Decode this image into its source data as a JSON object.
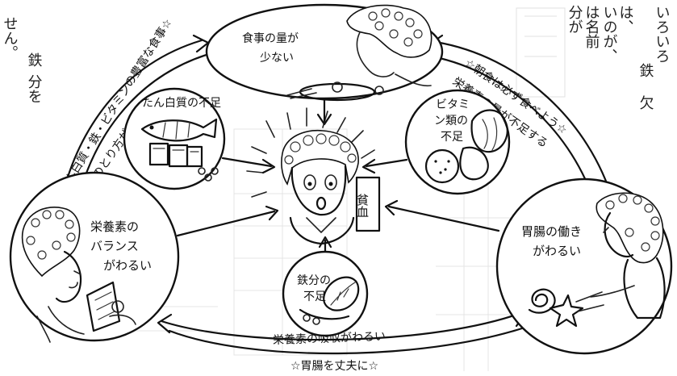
{
  "colors": {
    "ink": "#111111",
    "paper": "#ffffff",
    "faded": "#b9b9b9"
  },
  "top_bubble": {
    "line1": "食事の量が",
    "line2": "少ない"
  },
  "left_bubble": {
    "line1": "栄養素の",
    "line2": "バランス",
    "line3": "がわるい"
  },
  "right_bubble": {
    "line1": "胃腸の働き",
    "line2": "がわるい"
  },
  "protein_bubble": {
    "label": "たん白質の不足"
  },
  "vitamin_bubble": {
    "line1": "ビタミ",
    "line2": "ン類の",
    "line3": "不足"
  },
  "iron_bubble": {
    "line1": "鉄分の",
    "line2": "不足"
  },
  "center": {
    "tag": "貧血"
  },
  "arcs": {
    "left_outer": "☆たん白質・鉄・ビタミンの豊富な食事☆",
    "left_inner": "食事のとり方がわるい",
    "right_outer": "☆朝食は必ず食べよう☆",
    "right_inner": "栄養素の量が不足する",
    "bottom_inner": "栄養素の吸収がわるい",
    "bottom_outer": "☆胃腸を丈夫に☆"
  },
  "background_text": {
    "top_right_cols": [
      "は、",
      "いのが、",
      "は名前",
      "分が"
    ],
    "top_right_cols2": [
      "いろいろ",
      "鉄",
      "欠"
    ],
    "left_cols": [
      "せん。",
      "鉄",
      "分を"
    ]
  }
}
